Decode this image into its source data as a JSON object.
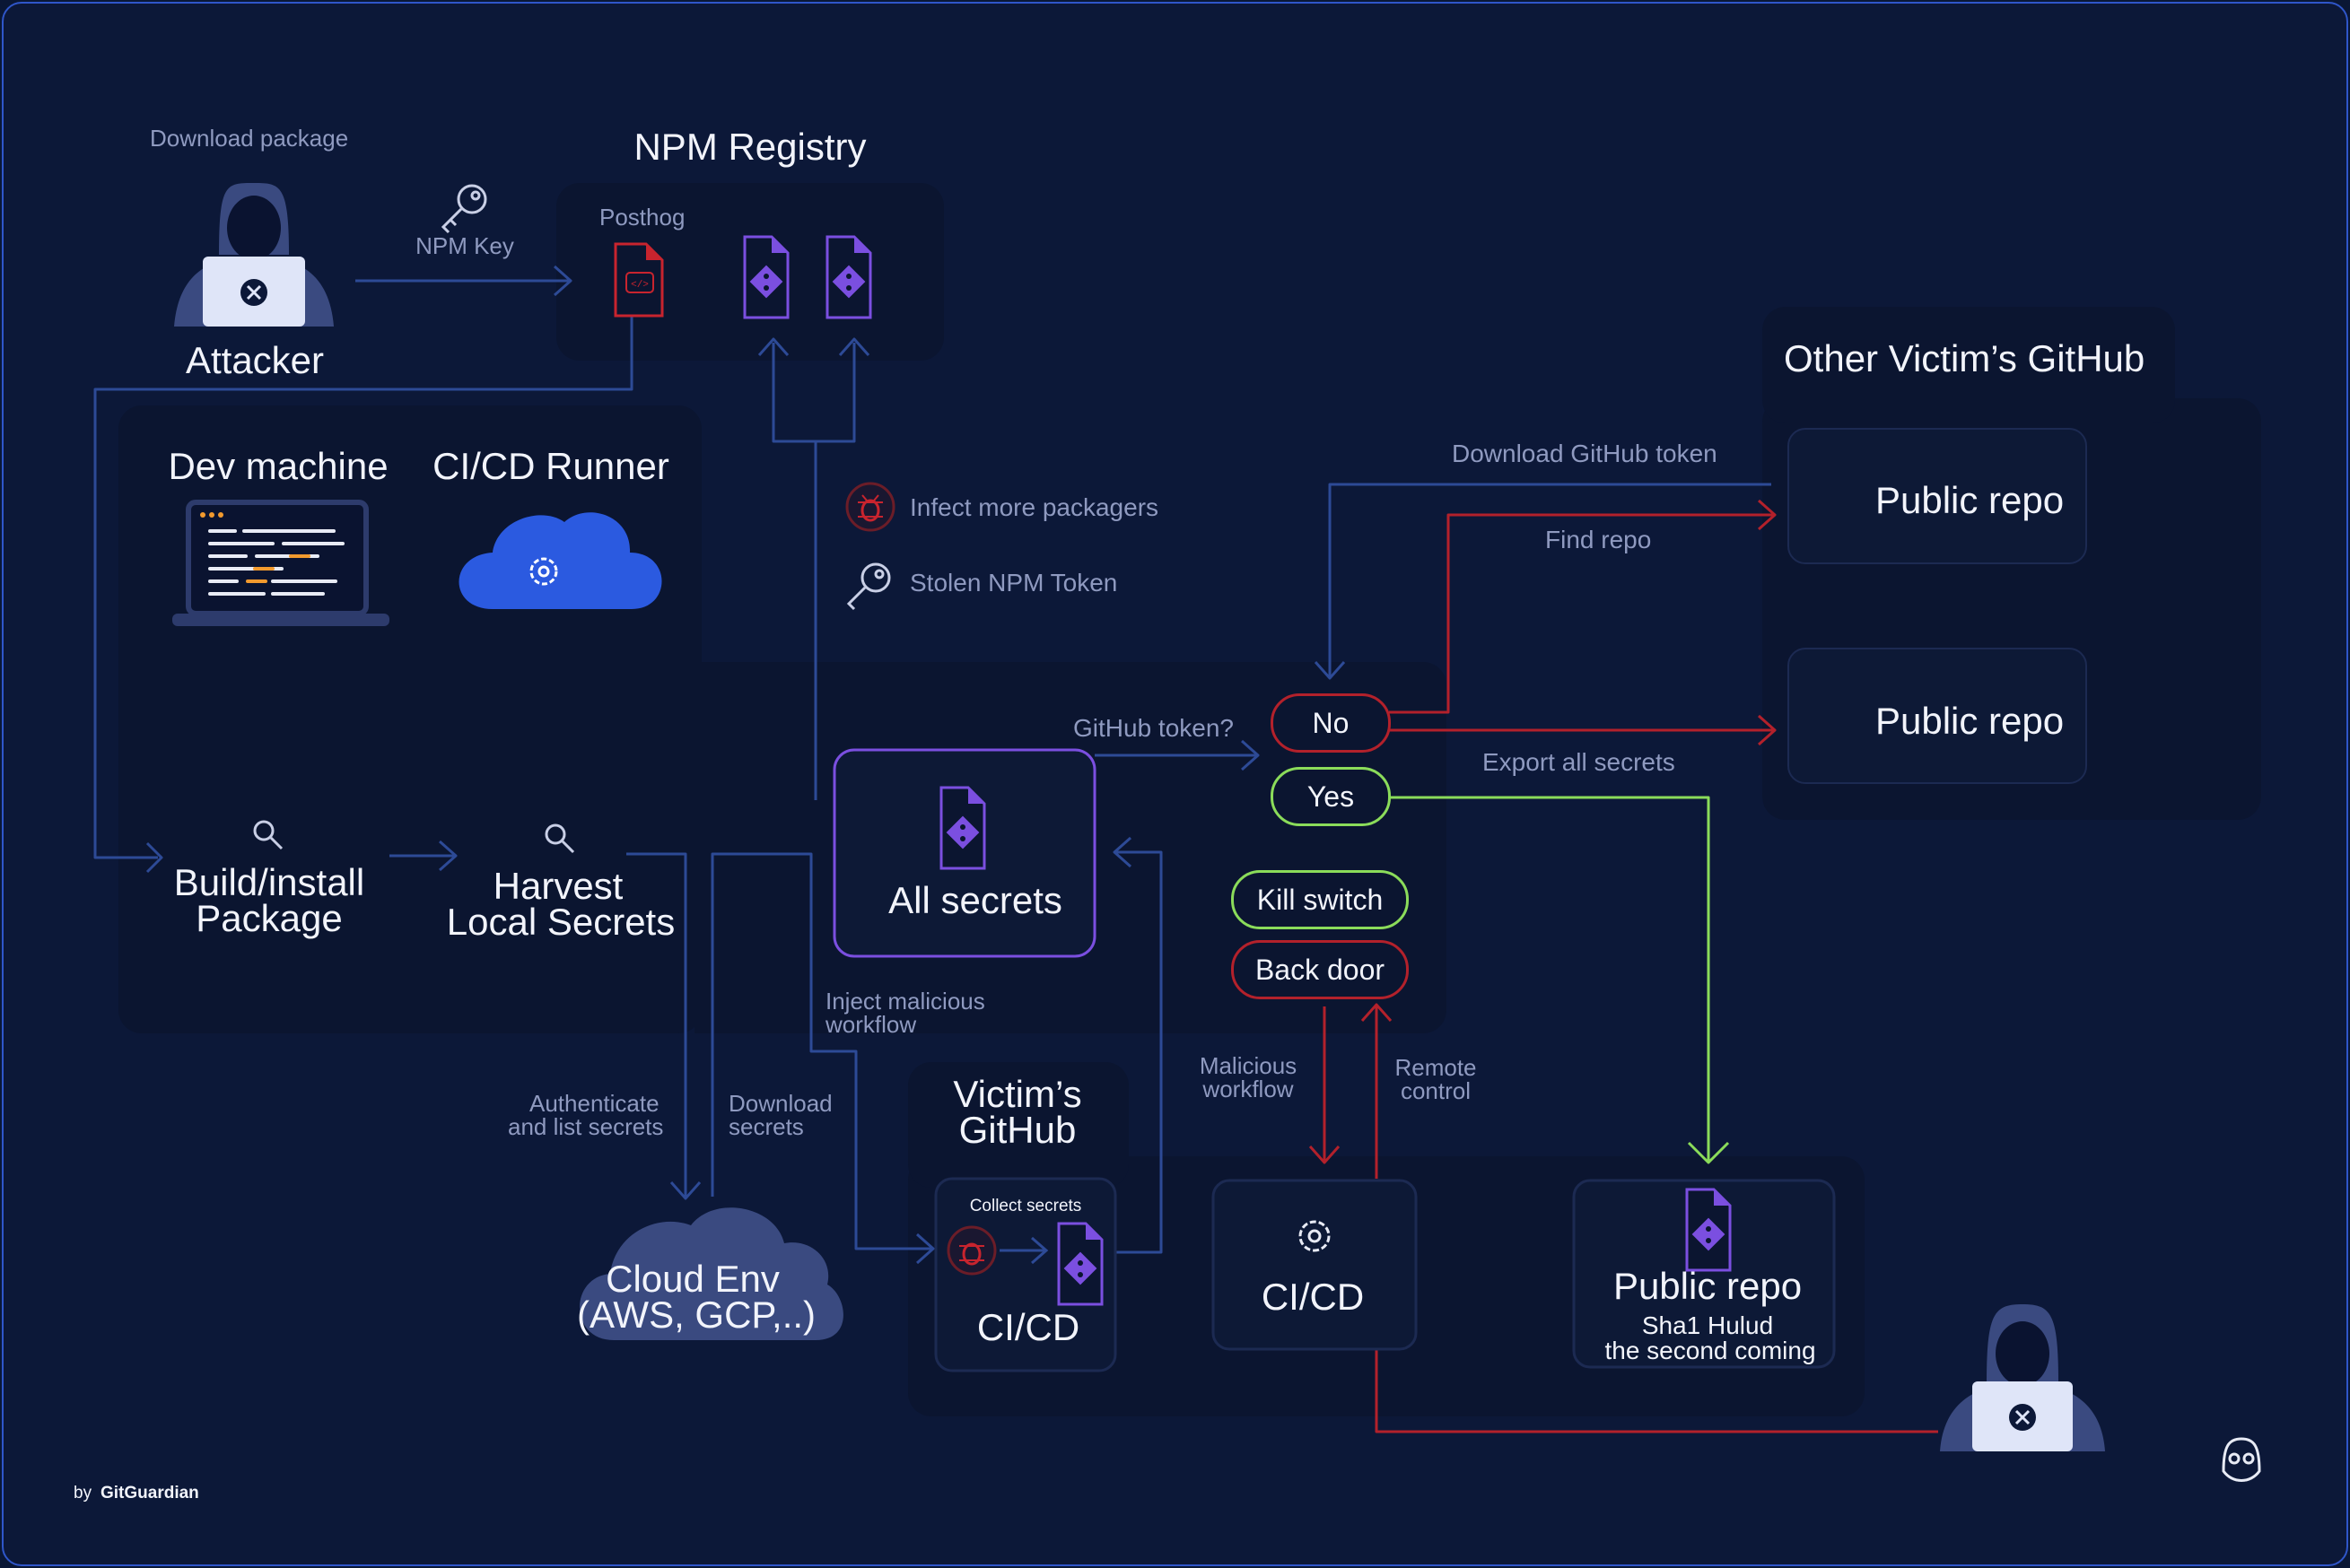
{
  "attacker": {
    "caption": "Download package",
    "label": "Attacker"
  },
  "npm_key": {
    "label": "NPM Key"
  },
  "registry": {
    "title": "NPM Registry",
    "package": "Posthog"
  },
  "local": {
    "dev_machine": "Dev machine",
    "runner": "CI/CD Runner",
    "build_line1": "Build/install",
    "build_line2": "Package",
    "harvest_line1": "Harvest",
    "harvest_line2": "Local Secrets"
  },
  "legend": {
    "infect": "Infect more packagers",
    "stolen": "Stolen NPM Token"
  },
  "all_secrets": {
    "label": "All secrets"
  },
  "decision": {
    "question": "GitHub token?",
    "no": "No",
    "yes": "Yes"
  },
  "payloads": {
    "kill": "Kill switch",
    "backdoor": "Back door"
  },
  "other_github": {
    "title": "Other Victim’s GitHub",
    "repo1": "Public repo",
    "repo2": "Public repo",
    "download_token": "Download GitHub token",
    "find_repo": "Find repo",
    "export": "Export all secrets"
  },
  "flows": {
    "inject_line1": "Inject malicious",
    "inject_line2": "workflow",
    "auth_line1": "Authenticate",
    "auth_line2": "and list secrets",
    "download_line1": "Download",
    "download_line2": "secrets",
    "malicious_line1": "Malicious",
    "malicious_line2": "workflow",
    "remote_line1": "Remote",
    "remote_line2": "control"
  },
  "cloud": {
    "line1": "Cloud Env",
    "line2": "(AWS, GCP,..)"
  },
  "victim_github": {
    "title_line1": "Victim’s",
    "title_line2": "GitHub",
    "collect": "Collect secrets",
    "cicd1": "CI/CD",
    "cicd2": "CI/CD",
    "repo": "Public repo",
    "repo_line2": "Sha1 Hulud",
    "repo_line3": "the second coming"
  },
  "footer": {
    "by": "by",
    "brand": "GitGuardian"
  },
  "colors": {
    "background": "#0c1838",
    "panel": "#0b1530",
    "blue_line": "#2d4a96",
    "red_line": "#b3212b",
    "green_line": "#8bdc5a",
    "purple": "#7b4fe0",
    "frame": "#2f56c9"
  }
}
